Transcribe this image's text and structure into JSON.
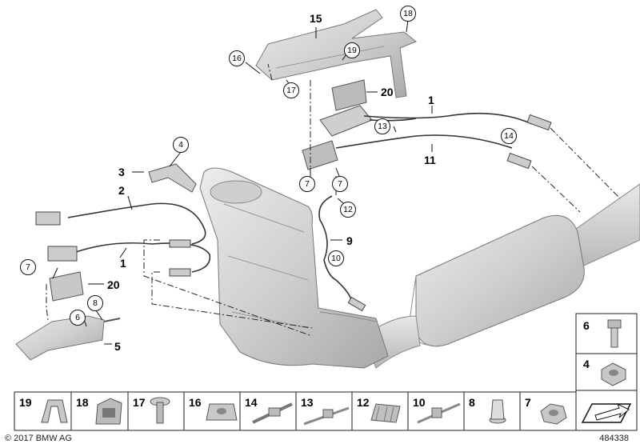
{
  "callouts": {
    "c4": "4",
    "c7a": "7",
    "c6": "6",
    "c8": "8",
    "c16": "16",
    "c17": "17",
    "c19": "19",
    "c18": "18",
    "c13": "13",
    "c14": "14",
    "c7b": "7",
    "c7c": "7",
    "c12": "12",
    "c10": "10"
  },
  "labels": {
    "l15": "15",
    "l20a": "20",
    "l1a": "1",
    "l11": "11",
    "l9": "9",
    "l3": "3",
    "l2": "2",
    "l1b": "1",
    "l20b": "20",
    "l5": "5"
  },
  "side_parts": [
    {
      "num": "6",
      "icon": "bolt-icon"
    },
    {
      "num": "4",
      "icon": "nut-icon"
    }
  ],
  "bottom_parts": [
    {
      "num": "19",
      "icon": "clip-icon"
    },
    {
      "num": "18",
      "icon": "spring-clip-icon"
    },
    {
      "num": "17",
      "icon": "screw-icon"
    },
    {
      "num": "16",
      "icon": "clamp-nut-icon"
    },
    {
      "num": "14",
      "icon": "cable-tie-icon"
    },
    {
      "num": "13",
      "icon": "cable-tie-icon"
    },
    {
      "num": "12",
      "icon": "grommet-icon"
    },
    {
      "num": "10",
      "icon": "cable-tie-icon"
    },
    {
      "num": "8",
      "icon": "expansion-rivet-icon"
    },
    {
      "num": "7",
      "icon": "nut-icon"
    }
  ],
  "copyright": "© 2017 BMW AG",
  "figure_id": "484338",
  "colors": {
    "line": "#111111",
    "part_fill": "#d6d6d6",
    "part_stroke": "#555555"
  }
}
